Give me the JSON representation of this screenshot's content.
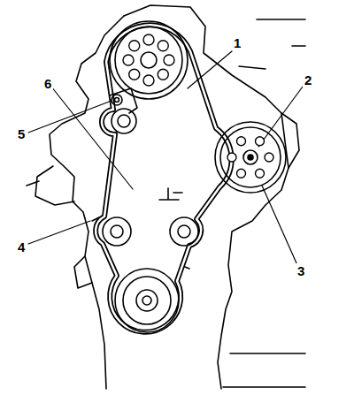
{
  "diagram": {
    "labels": [
      "6",
      "1",
      "5",
      "2",
      "4",
      "3"
    ]
  }
}
